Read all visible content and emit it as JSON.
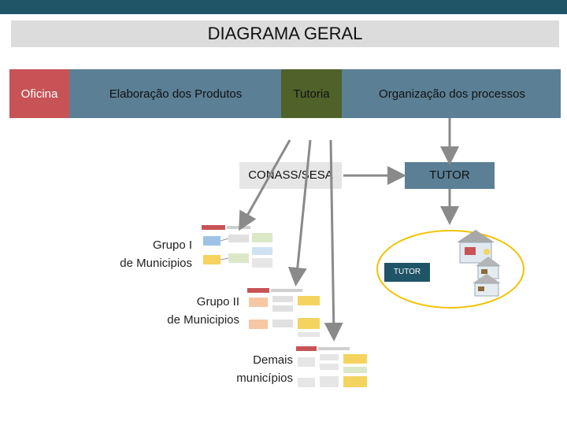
{
  "header": {
    "title": "DIAGRAMA GERAL"
  },
  "band": {
    "oficina": "Oficina",
    "elaboracao": "Elaboração dos Produtos",
    "tutoria": "Tutoria",
    "organizacao": "Organização dos processos"
  },
  "nodes": {
    "conass": "CONASS/SESA",
    "tutor": "TUTOR"
  },
  "groups": {
    "g1_line1": "Grupo I",
    "g1_line2": "de Municipios",
    "g2_line1": "Grupo II",
    "g2_line2": "de Municipios",
    "g3_line1": "Demais",
    "g3_line2": "municípios"
  },
  "tutor_scene": {
    "label": "TUTOR"
  },
  "colors": {
    "topbar": "#1f5566",
    "oficina": "#c75356",
    "tutoria": "#4f6229",
    "band": "#5b7f94",
    "arrow": "#8a8a8a",
    "ellipse": "#f2c200"
  }
}
